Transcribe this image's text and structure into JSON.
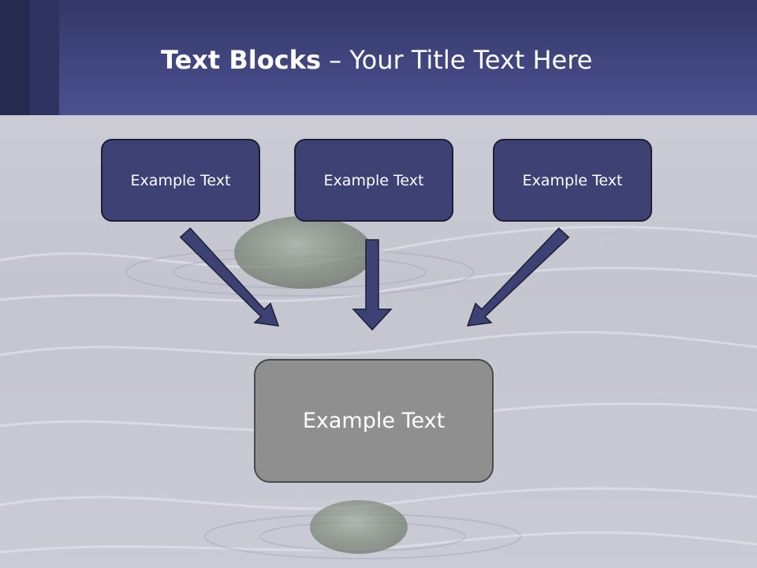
{
  "slide": {
    "title_bold": "Text Blocks",
    "title_rest": " – Your Title Text Here",
    "blocks": [
      {
        "label": "Example Text"
      },
      {
        "label": "Example Text"
      },
      {
        "label": "Example Text"
      }
    ],
    "target": {
      "label": "Example Text"
    }
  },
  "colors": {
    "header": "#41467f",
    "block_fill": "#3d4173",
    "block_border": "#1d1f33",
    "arrow_fill": "#3d4173",
    "target_fill": "#8f8f8f",
    "target_border": "#4a4a4a",
    "text": "#ffffff"
  }
}
